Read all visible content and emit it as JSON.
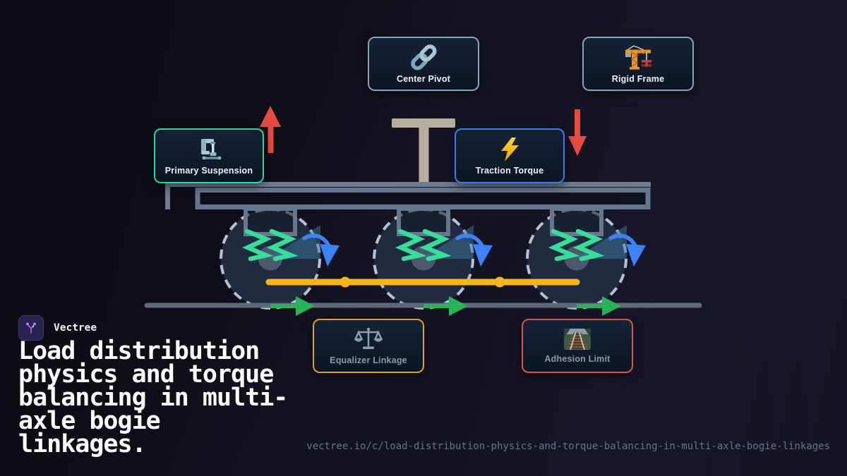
{
  "brand": {
    "name": "Vectree",
    "logo_icon": "vectree-branch-icon",
    "logo_accent": "#a35ae8"
  },
  "hero": {
    "title": "Load distribution physics and torque balancing in multi-axle bogie linkages.",
    "title_lines": [
      "Load distribution",
      "physics and torque",
      "balancing in multi-",
      "axle bogie",
      "linkages."
    ]
  },
  "footer": {
    "url": "vectree.io/c/load-distribution-physics-and-torque-balancing-in-multi-axle-bogie-linkages"
  },
  "nodes": [
    {
      "id": "center-pivot",
      "label": "Center Pivot",
      "icon": "link-icon",
      "border_color": "#8ba2bd",
      "label_color": "#eef2f8"
    },
    {
      "id": "rigid-frame",
      "label": "Rigid Frame",
      "icon": "crane-icon",
      "border_color": "#8ba2bd",
      "label_color": "#eef2f8"
    },
    {
      "id": "primary-suspension",
      "label": "Primary Suspension",
      "icon": "clamp-icon",
      "border_color": "#2fd49e",
      "label_color": "#eef2f8"
    },
    {
      "id": "traction-torque",
      "label": "Traction Torque",
      "icon": "lightning-icon",
      "border_color": "#3c7ef2",
      "label_color": "#eef2f8"
    },
    {
      "id": "equalizer-linkage",
      "label": "Equalizer Linkage",
      "icon": "balance-scale-icon",
      "border_color": "#d9a41f",
      "label_color": "#8d97a8"
    },
    {
      "id": "adhesion-limit",
      "label": "Adhesion Limit",
      "icon": "railway-track-icon",
      "border_color": "#d9534a",
      "label_color": "#8d97a8"
    }
  ],
  "diagram": {
    "wheel_count": 3,
    "equalizer_dots": 2,
    "colors": {
      "spring_green": "#37dd9a",
      "equalizer_amber": "#f6b51d",
      "traction_arrow_green": "#27b457",
      "torque_arrow_blue": "#3e82f7",
      "load_arrow_red": "#e74a41",
      "frame_slate": "#67768c",
      "rail_gray": "#5b6a7b",
      "pivot_tan": "#b5aea1",
      "wheel_dash": "#b6c2d4"
    }
  }
}
